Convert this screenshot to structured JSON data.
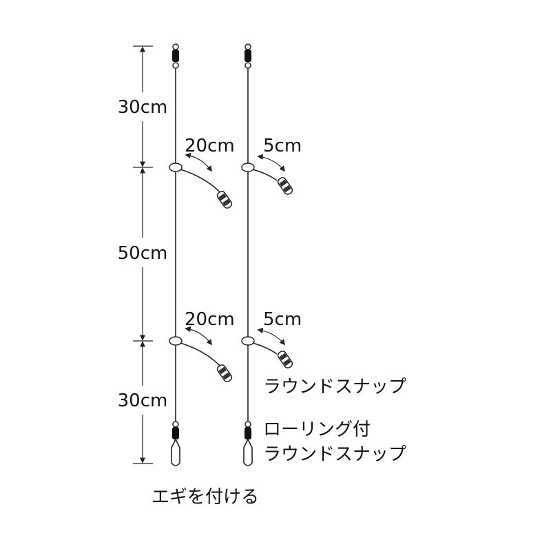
{
  "dimensions": {
    "top": "30cm",
    "middle": "50cm",
    "bottom": "30cm"
  },
  "branches": {
    "left_upper": "20cm",
    "left_lower": "20cm",
    "right_upper": "5cm",
    "right_lower": "5cm"
  },
  "callouts": {
    "round_snap": "ラウンドスナップ",
    "rolling_line1": "ローリング付",
    "rolling_line2": "ラウンドスナップ",
    "egi": "エギを付ける"
  }
}
